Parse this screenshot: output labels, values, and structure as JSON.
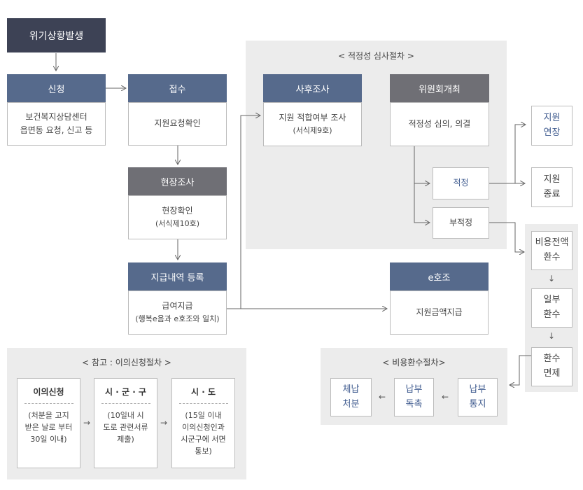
{
  "start": "위기상황발생",
  "apply": {
    "title": "신청",
    "line1": "보건복지상담센터",
    "line2": "읍면동 요청, 신고 등"
  },
  "receive": {
    "title": "접수",
    "line1": "지원요청확인"
  },
  "field": {
    "title": "현장조사",
    "line1": "현장확인",
    "line2": "(서식제10호)"
  },
  "register": {
    "title": "지급내역 등록",
    "line1": "급여지급",
    "line2": "(행복e음과 e호조와 일치)"
  },
  "review_panel": {
    "title": "< 적정성 심사절차 >",
    "post": {
      "title": "사후조사",
      "line1": "지원 적합여부 조사",
      "line2": "(서식제9호)"
    },
    "committee": {
      "title": "위원회개최",
      "line1": "적정성 심의, 의결"
    },
    "proper": "적정",
    "improper": "부적정"
  },
  "extend": "지원\n연장",
  "end": "지원\n종료",
  "ehojo": {
    "title": "e호조",
    "line1": "지원금액지급"
  },
  "recovery_side": {
    "full": "비용전액\n환수",
    "partial": "일부\n환수",
    "waive": "환수\n면제",
    "down_arrow": "↓"
  },
  "recovery_panel": {
    "title": "< 비용환수절차>",
    "step1": "납부\n통지",
    "step2": "납부\n독촉",
    "step3": "체납\n처분",
    "arrow": "←"
  },
  "reference_panel": {
    "title": "< 참고 : 이의신청절차 >",
    "c1": {
      "head": "이의신청",
      "body": "(처분을 고지\n받은 날로 부터\n30일 이내)"
    },
    "c2": {
      "head": "시 · 군 · 구",
      "body": "(10일내 시\n도로 관련서류\n제출)"
    },
    "c3": {
      "head": "시 · 도",
      "body": "(15일 이내\n이의신청인과\n시군구에 서면\n통보)"
    },
    "arrow": "→"
  },
  "colors": {
    "header_blue": "#566a8c",
    "header_gray": "#6f6f75",
    "header_dark": "#3d4255",
    "panel": "#ececec",
    "accent_text": "#3e5a8e"
  }
}
